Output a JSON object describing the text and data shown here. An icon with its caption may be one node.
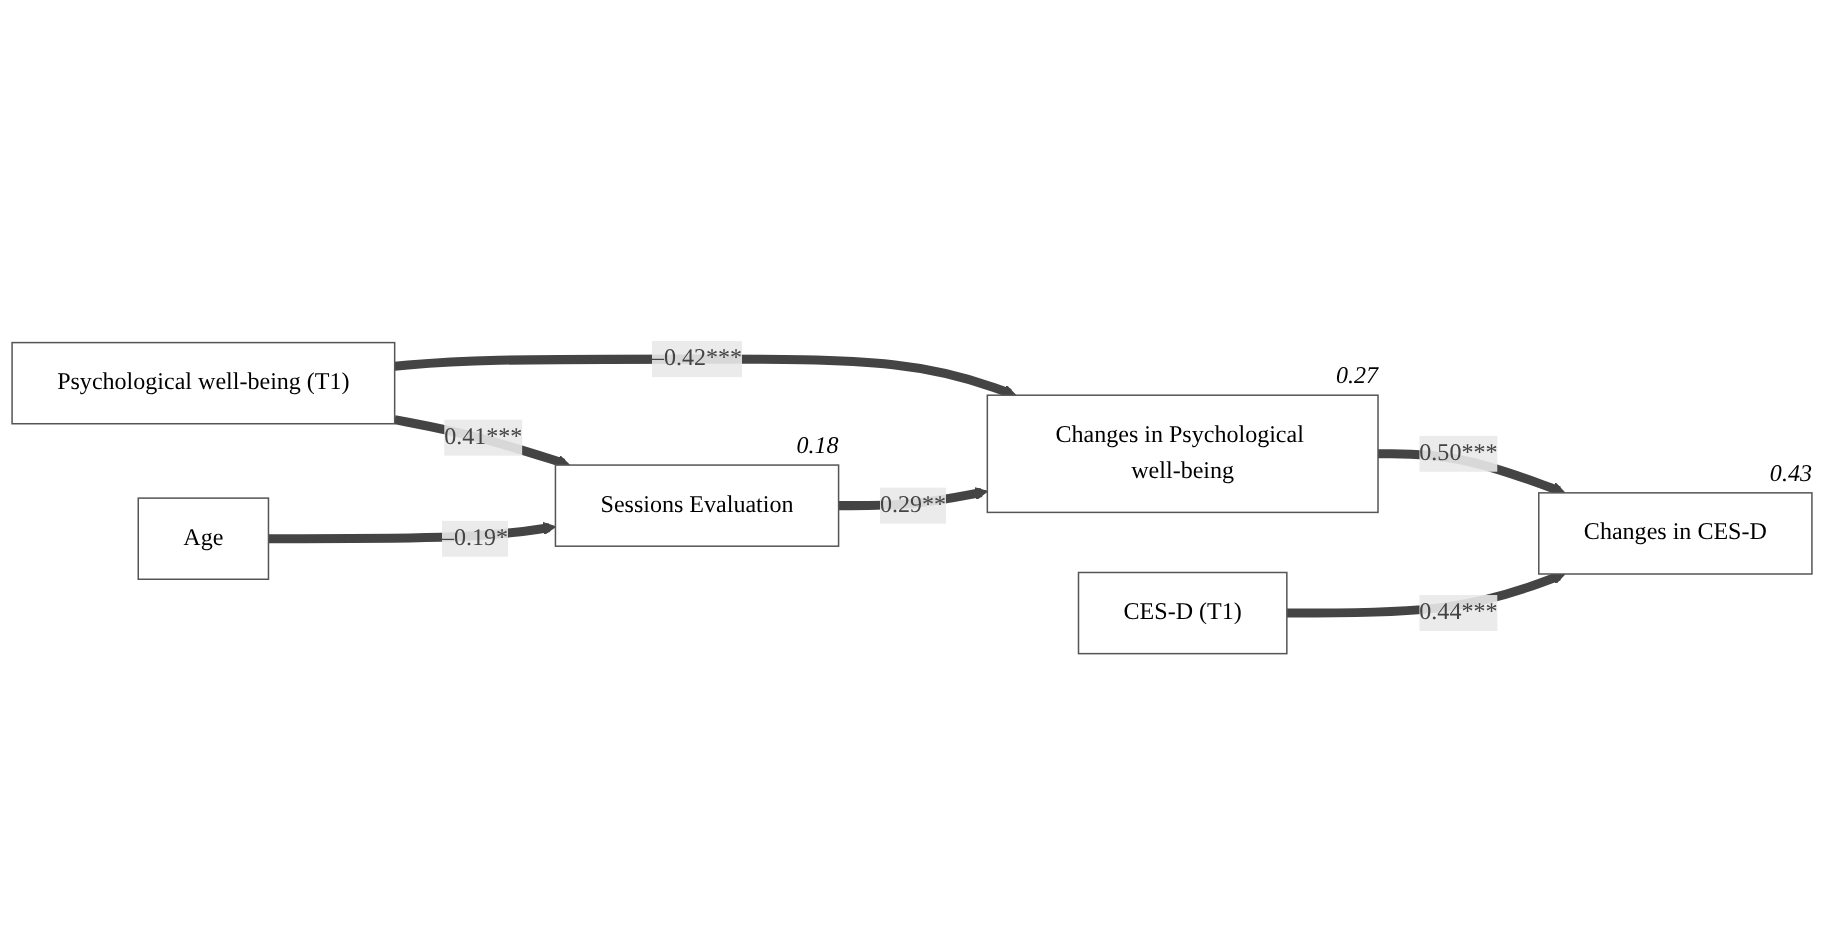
{
  "diagram": {
    "nodes": [
      {
        "text": [
          "Psychological well-being (T1)"
        ]
      },
      {
        "text": [
          "Age"
        ]
      },
      {
        "text": [
          "Sessions Evaluation"
        ],
        "beside": [
          "0.18"
        ]
      },
      {
        "text": [
          "Changes in Psychological well-being"
        ],
        "beside": [
          "0.27"
        ]
      },
      {
        "text": [
          "CES-D (T1)"
        ]
      },
      {
        "text": [
          "Changes in CES-D"
        ],
        "beside": [
          "0.43"
        ]
      }
    ],
    "edges": [
      {
        "from": 0,
        "to": 3,
        "arrow": "to",
        "label": "–0.42***"
      },
      {
        "from": 0,
        "to": 2,
        "arrow": "to",
        "label": "0.41***"
      },
      {
        "from": 1,
        "to": 2,
        "arrow": "to",
        "label": "–0.19*"
      },
      {
        "from": 2,
        "to": 3,
        "arrow": "to",
        "label": "0.29**"
      },
      {
        "from": 3,
        "to": 5,
        "arrow": "to",
        "label": "0.50***"
      },
      {
        "from": 4,
        "to": 5,
        "arrow": "to",
        "label": "0.44***"
      }
    ]
  }
}
